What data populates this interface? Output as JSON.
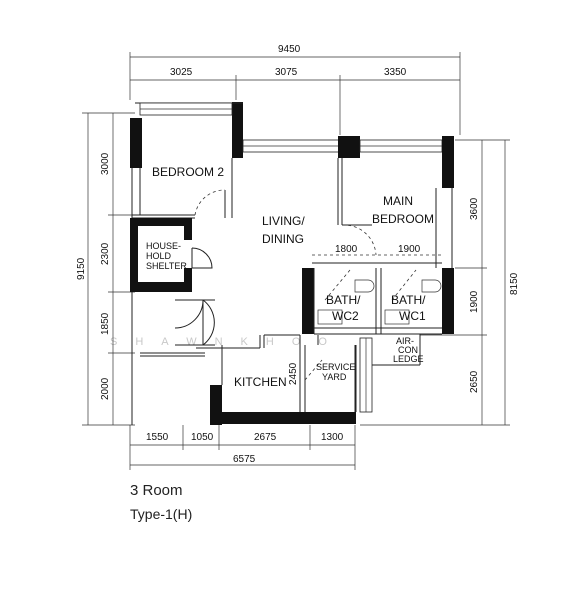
{
  "plan": {
    "title": "3 Room",
    "subtitle": "Type-1(H)",
    "watermark": "SHAWNKHOO",
    "dimensions": {
      "top_total": "9450",
      "top_segments": [
        "3025",
        "3075",
        "3350"
      ],
      "left_total": "9150",
      "left_segments": [
        "3000",
        "2300",
        "1850",
        "2000"
      ],
      "right_total": "8150",
      "right_segments": [
        "3600",
        "1900",
        "2650"
      ],
      "bottom_segments": [
        "1550",
        "1050",
        "2675",
        "1300"
      ],
      "bottom_total": "6575",
      "bath_widths": [
        "1800",
        "1900"
      ],
      "kitchen_height": "2450"
    },
    "rooms": {
      "bedroom2": "BEDROOM 2",
      "living_1": "LIVING/",
      "living_2": "DINING",
      "main_1": "MAIN",
      "main_2": "BEDROOM",
      "shelter_1": "HOUSE-",
      "shelter_2": "HOLD",
      "shelter_3": "SHELTER",
      "bath2_1": "BATH/",
      "bath2_2": "WC2",
      "bath1_1": "BATH/",
      "bath1_2": "WC1",
      "aircon_1": "AIR-",
      "aircon_2": "CON",
      "aircon_3": "LEDGE",
      "kitchen": "KITCHEN",
      "service_1": "SERVICE",
      "service_2": "YARD"
    }
  }
}
